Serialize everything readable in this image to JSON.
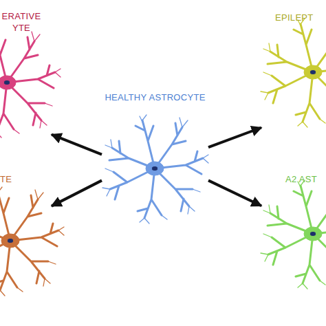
{
  "diagram": {
    "nodes": [
      {
        "text": [
          "ERATIVE YTE"
        ]
      },
      {
        "text": [
          "EPILEPT"
        ]
      },
      {
        "text": [
          "HEALTHY ASTROCYTE"
        ]
      },
      {
        "text": [
          "TE"
        ]
      },
      {
        "text": [
          "A2 AST"
        ]
      }
    ],
    "edges": [
      {
        "from": 2,
        "to": 0,
        "arrow": "to"
      },
      {
        "from": 2,
        "to": 1,
        "arrow": "to"
      },
      {
        "from": 2,
        "to": 3,
        "arrow": "to"
      },
      {
        "from": 2,
        "to": 4,
        "arrow": "to"
      }
    ]
  }
}
